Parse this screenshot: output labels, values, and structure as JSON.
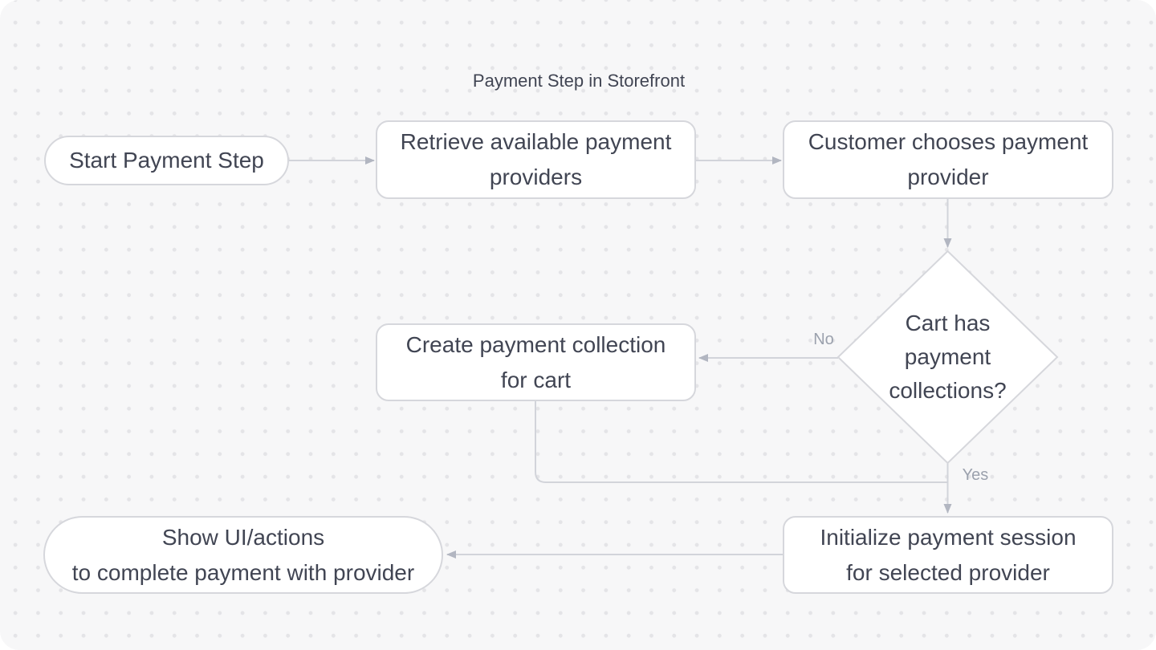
{
  "title": "Payment Step in Storefront",
  "nodes": {
    "start": {
      "lines": [
        "Start Payment Step"
      ]
    },
    "retrieve_providers": {
      "lines": [
        "Retrieve available payment",
        "providers"
      ]
    },
    "choose_provider": {
      "lines": [
        "Customer chooses payment",
        "provider"
      ]
    },
    "decision": {
      "lines": [
        "Cart has",
        "payment",
        "collections?"
      ]
    },
    "create_collection": {
      "lines": [
        "Create payment collection",
        "for cart"
      ]
    },
    "init_session": {
      "lines": [
        "Initialize payment session",
        "for selected provider"
      ]
    },
    "show_ui": {
      "lines": [
        "Show UI/actions",
        "to complete payment with provider"
      ]
    }
  },
  "edge_labels": {
    "no": "No",
    "yes": "Yes"
  },
  "theme": {
    "page_bg": "#ffffff",
    "canvas_bg": "#f7f7f8",
    "dot_color": "#e4e4e7",
    "node_fill": "#ffffff",
    "node_border": "#d6d7dc",
    "edge_color": "#d2d4da",
    "arrowhead_color": "#b2b6c1",
    "text_color": "#414553",
    "label_color": "#9ba1ad"
  }
}
